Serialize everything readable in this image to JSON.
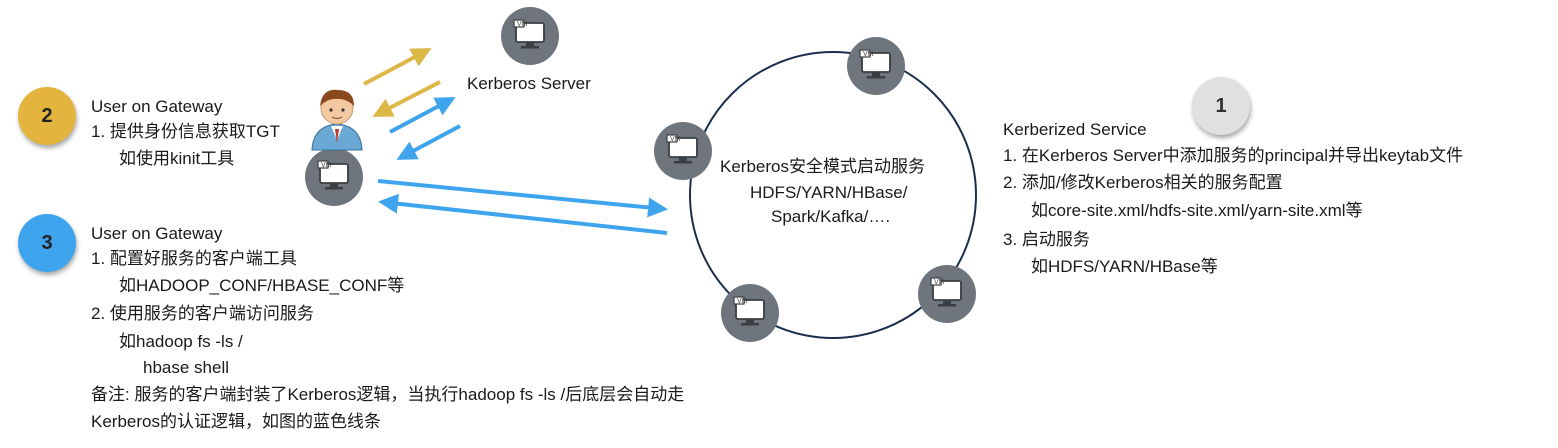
{
  "badges": {
    "b1": {
      "number": "1",
      "color": "#e0e0e0",
      "text_color": "#333333"
    },
    "b2": {
      "number": "2",
      "color": "#e3b53f",
      "text_color": "#222222"
    },
    "b3": {
      "number": "3",
      "color": "#3fa4ee",
      "text_color": "#222222"
    }
  },
  "kerberos_server": {
    "label": "Kerberos Server"
  },
  "vm_icon_label": "VM",
  "ring": {
    "line1": "Kerberos安全模式启动服务",
    "line2": "HDFS/YARN/HBase/",
    "line3": "Spark/Kafka/…."
  },
  "step2": {
    "title": "User on Gateway",
    "item1": "1.  提供身份信息获取TGT",
    "item1_sub": "如使用kinit工具"
  },
  "step3": {
    "title": "User on Gateway",
    "item1": "1.  配置好服务的客户端工具",
    "item1_sub": "如HADOOP_CONF/HBASE_CONF等",
    "item2": "2.  使用服务的客户端访问服务",
    "item2_sub1": "如hadoop fs -ls /",
    "item2_sub2": "hbase shell",
    "note1": "备注: 服务的客户端封装了Kerberos逻辑，当执行hadoop fs -ls /后底层会自动走",
    "note2": "Kerberos的认证逻辑，如图的蓝色线条"
  },
  "step1": {
    "title": "Kerberized Service",
    "item1": "1.  在Kerberos Server中添加服务的principal并导出keytab文件",
    "item2": "2.  添加/修改Kerberos相关的服务配置",
    "item2_sub": "如core-site.xml/hdfs-site.xml/yarn-site.xml等",
    "item3": "3.  启动服务",
    "item3_sub": "如HDFS/YARN/HBase等"
  },
  "colors": {
    "gold_arrow": "#dcb847",
    "blue_arrow": "#3fa4ee",
    "vm_circle": "#6e757c",
    "ring": "#1b2f4d"
  }
}
